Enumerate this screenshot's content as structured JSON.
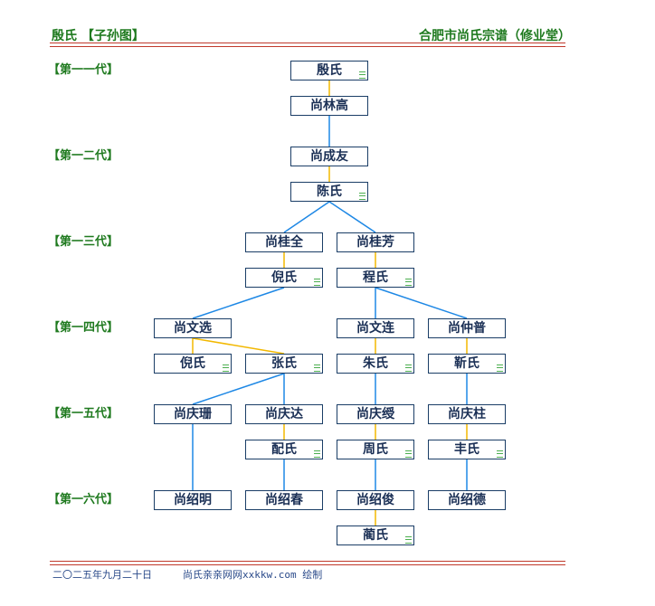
{
  "header": {
    "left_title": "殷氏 【子孙图】",
    "right_title": "合肥市尚氏宗谱（修业堂）"
  },
  "generations": [
    "【第一一代】",
    "【第一二代】",
    "【第一三代】",
    "【第一四代】",
    "【第一五代】",
    "【第一六代】"
  ],
  "people": {
    "yin": "殷氏",
    "shang_linggao": "尚林高",
    "shang_chengyou": "尚成友",
    "chen": "陈氏",
    "shang_guiquan": "尚桂全",
    "shang_guifang": "尚桂芳",
    "ni_3": "倪氏",
    "cheng": "程氏",
    "shang_wenxuan": "尚文选",
    "shang_wenlian": "尚文连",
    "shang_zhongpu": "尚仲普",
    "ni_4": "倪氏",
    "zhang": "张氏",
    "zhu": "朱氏",
    "jin": "靳氏",
    "shang_qingshan": "尚庆珊",
    "shang_qingda": "尚庆达",
    "shang_qingshou": "尚庆绶",
    "shang_qingzhu": "尚庆柱",
    "pei": "配氏",
    "zhou": "周氏",
    "feng": "丰氏",
    "shang_shaoming": "尚绍明",
    "shang_shaochun": "尚绍春",
    "shang_shaojun": "尚绍俊",
    "shang_shaode": "尚绍德",
    "lin": "蔺氏"
  },
  "footer": {
    "date": "二〇二五年九月二十日",
    "credit": "尚氏亲亲网网xxkkw.com 绘制"
  },
  "colors": {
    "descent_line": "#1e88e5",
    "marriage_line": "#f2b800",
    "header_green": "#1f7a1f",
    "rule_red": "#c0392b",
    "node_border": "#1a3d66"
  }
}
